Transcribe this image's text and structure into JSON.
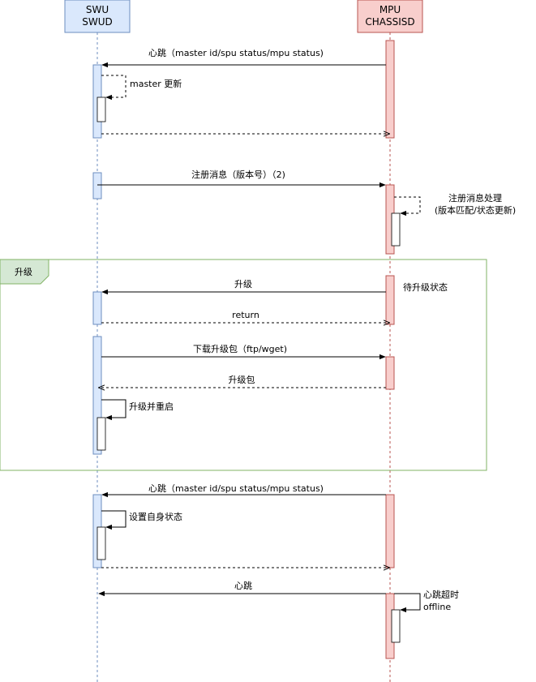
{
  "participants": {
    "swu": {
      "line1": "SWU",
      "line2": "SWUD",
      "fill": "#dae8fc",
      "stroke": "#6c8ebf"
    },
    "mpu": {
      "line1": "MPU",
      "line2": "CHASSISD",
      "fill": "#f8cecc",
      "stroke": "#b85450"
    }
  },
  "group": {
    "label": "升级",
    "fill": "#d5e8d4",
    "stroke": "#82b366"
  },
  "messages": {
    "heartbeat1": "心跳（master id/spu status/mpu status)",
    "master_update": "master 更新",
    "register": "注册消息（版本号）（2)",
    "register_process_line1": "注册消息处理",
    "register_process_line2": "(版本匹配/状态更新)",
    "upgrade": "升级",
    "waiting_upgrade": "待升级状态",
    "return": "return",
    "download": "下载升级包（ftp/wget)",
    "package": "升级包",
    "upgrade_restart": "升级并重启",
    "heartbeat2": "心跳（master id/spu status/mpu status)",
    "set_status": "设置自身状态",
    "heartbeat3": "心跳",
    "timeout_line1": "心跳超时",
    "timeout_line2": "offline"
  }
}
